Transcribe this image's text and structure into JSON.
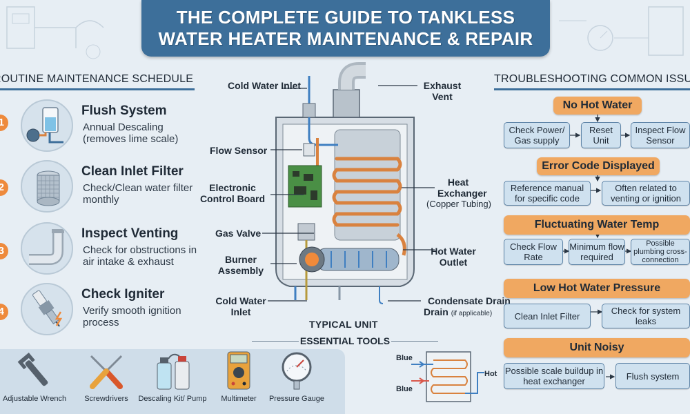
{
  "title": {
    "line1": "THE COMPLETE GUIDE TO TANKLESS",
    "line2": "WATER HEATER MAINTENANCE & REPAIR"
  },
  "maintenance": {
    "heading": "ROUTINE MAINTENANCE SCHEDULE",
    "items": [
      {
        "num": "1",
        "title": "Flush System",
        "desc": "Annual Descaling (removes lime scale)",
        "icon": "pump-flush-icon"
      },
      {
        "num": "2",
        "title": "Clean Inlet Filter",
        "desc": "Check/Clean water filter monthly",
        "icon": "filter-screen-icon"
      },
      {
        "num": "3",
        "title": "Inspect Venting",
        "desc": "Check for obstructions in air intake & exhaust",
        "icon": "vent-pipe-icon"
      },
      {
        "num": "4",
        "title": "Check Igniter",
        "desc": "Verify smooth ignition process",
        "icon": "igniter-spark-icon"
      }
    ]
  },
  "diagram": {
    "labels": {
      "cold_inlet_top": "Cold Water Inlet",
      "exhaust_vent": "Exhaust Vent",
      "flow_sensor": "Flow Sensor",
      "control_board": "Electronic Control Board",
      "heat_exchanger": "Heat Exchanger",
      "heat_exchanger_sub": "(Copper Tubing)",
      "gas_valve": "Gas Valve",
      "burner": "Burner Assembly",
      "hot_outlet": "Hot Water Outlet",
      "cold_inlet_bottom": "Cold Water Inlet",
      "condensate": "Condensate Drain",
      "condensate_sub": "(if applicable)"
    },
    "caption": "TYPICAL UNIT"
  },
  "tools": {
    "heading": "ESSENTIAL TOOLS",
    "items": [
      {
        "label": "Adjustable Wrench",
        "icon": "wrench-icon"
      },
      {
        "label": "Screwdrivers",
        "icon": "screwdriver-icon"
      },
      {
        "label": "Descaling Kit/ Pump",
        "icon": "descaling-kit-icon"
      },
      {
        "label": "Multimeter",
        "icon": "multimeter-icon"
      },
      {
        "label": "Pressure Gauge",
        "icon": "pressure-gauge-icon"
      }
    ]
  },
  "mini_exchanger": {
    "in_top": "Blue",
    "in_bottom": "Blue",
    "out": "Hot"
  },
  "troubleshooting": {
    "heading": "TROUBLESHOOTING COMMON ISSUES",
    "issues": [
      {
        "title": "No Hot Water",
        "steps": [
          "Check Power/ Gas supply",
          "Reset Unit",
          "Inspect Flow Sensor"
        ]
      },
      {
        "title": "Error Code Displayed",
        "steps": [
          "Reference manual for specific code",
          "Often related to venting or ignition"
        ]
      },
      {
        "title": "Fluctuating Water Temp",
        "steps": [
          "Check Flow Rate",
          "Minimum flow required",
          "Possible plumbing cross-connection"
        ]
      },
      {
        "title": "Low Hot Water Pressure",
        "steps": [
          "Clean Inlet Filter",
          "Check for system leaks"
        ]
      },
      {
        "title": "Unit Noisy",
        "steps": [
          "Possible scale buildup in heat exchanger",
          "Flush system"
        ]
      }
    ]
  },
  "colors": {
    "banner": "#3d6f9a",
    "accent_orange": "#ee8a3c",
    "issue_orange": "#f0a861",
    "step_blue": "#cfe1ef",
    "copper": "#d9823f"
  }
}
